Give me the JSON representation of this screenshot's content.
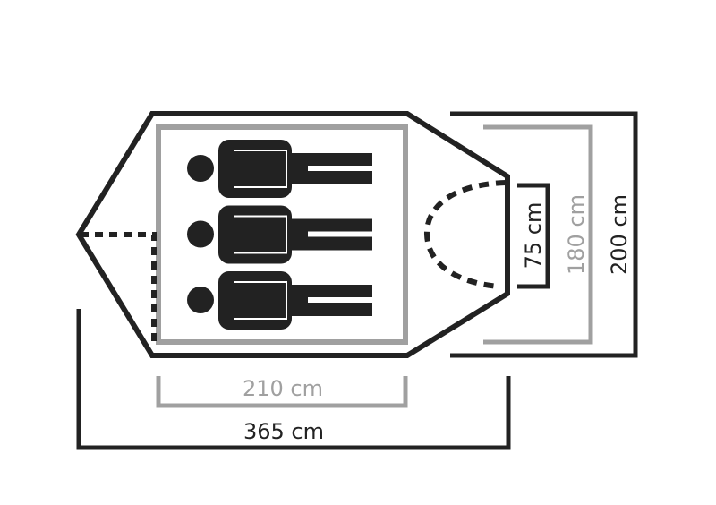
{
  "diagram": {
    "title": "Tent floor plan",
    "colors": {
      "dark": "#222222",
      "gray": "#a0a0a0",
      "background": "#ffffff"
    },
    "sleepers": 3,
    "dimensions": {
      "vestibule_depth": "75 cm",
      "inner_width": "180 cm",
      "outer_width": "200 cm",
      "inner_length": "210 cm",
      "total_length": "365 cm"
    }
  }
}
